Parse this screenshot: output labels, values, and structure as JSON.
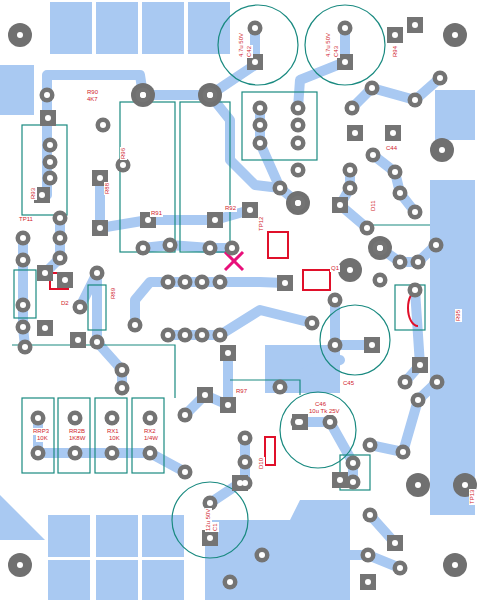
{
  "diagram": {
    "labels": [
      "C42",
      "4.7u 50V",
      "C43",
      "4.7u 50V",
      "R90",
      "4K7",
      "TP11",
      "R93",
      "R88",
      "D2",
      "R89",
      "C46",
      "10u Tk 25V",
      "RRP3",
      "10K",
      "RR2B",
      "1K8W",
      "RX1",
      "10K",
      "RX2",
      "1/4W",
      "C1",
      "12u 50V",
      "D10",
      "TP12",
      "R91",
      "R92",
      "C45",
      "R94",
      "Q1",
      "R95",
      "C44",
      "R96",
      "TP13",
      "R97",
      "D11"
    ]
  }
}
